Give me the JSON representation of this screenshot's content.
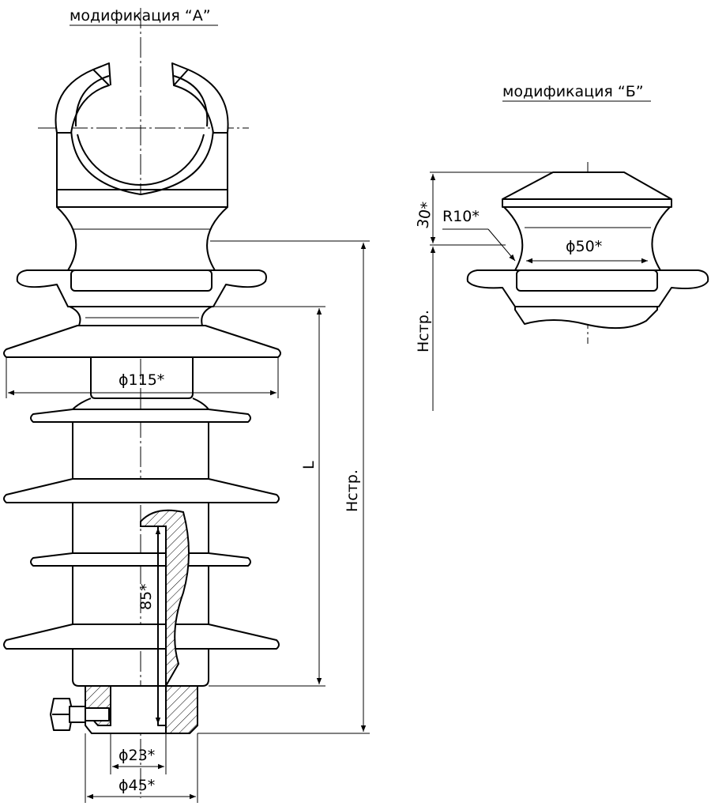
{
  "titles": {
    "mod_a": "модификация “А”",
    "mod_b": "модификация “Б”"
  },
  "dimensions": {
    "d115": "ϕ115*",
    "d23": "ϕ23*",
    "d45": "ϕ45*",
    "d50": "ϕ50*",
    "len85": "85*",
    "len_L": "L",
    "hstr_a": "Нстр.",
    "hstr_b": "Нстр.",
    "angle30": "30*",
    "r10": "R10*"
  }
}
